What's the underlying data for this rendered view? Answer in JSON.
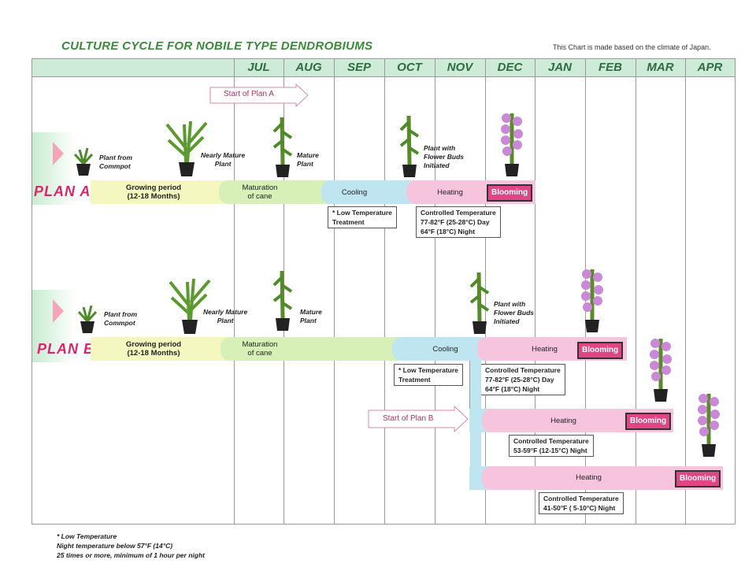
{
  "title": "CULTURE CYCLE FOR NOBILE TYPE DENDROBIUMS",
  "climate_note": "This Chart is made based on the climate of Japan.",
  "months": [
    "JUL",
    "AUG",
    "SEP",
    "OCT",
    "NOV",
    "DEC",
    "JAN",
    "FEB",
    "MAR",
    "APR"
  ],
  "start_a": "Start of Plan A",
  "start_b": "Start of Plan B",
  "plan_a": {
    "label": "PLAN  A",
    "plant_from": "Plant from\nCommpot",
    "nearly_mature": "Nearly Mature\nPlant",
    "mature": "Mature\nPlant",
    "flower_buds": "Plant with\nFlower Buds\nInitiated",
    "growing": "Growing period\n(12-18 Months)",
    "maturation": "Maturation\nof cane",
    "cooling": "Cooling",
    "heating": "Heating",
    "blooming": "Blooming",
    "low_temp": "* Low Temperature\nTreatment",
    "controlled": "Controlled Temperature\n77-82°F (25-28°C) Day\n64°F (18°C) Night"
  },
  "plan_b": {
    "label": "PLAN  B",
    "plant_from": "Plant from\nCommpot",
    "nearly_mature": "Nearly Mature\nPlant",
    "mature": "Mature\nPlant",
    "flower_buds": "Plant with\nFlower Buds\nInitiated",
    "growing": "Growing period\n(12-18 Months)",
    "maturation": "Maturation\nof cane",
    "cooling": "Cooling",
    "heating1": "Heating",
    "blooming1": "Blooming",
    "low_temp": "* Low Temperature\nTreatment",
    "controlled1": "Controlled Temperature\n77-82°F (25-28°C) Day\n64°F (18°C) Night",
    "heating2": "Heating",
    "blooming2": "Blooming",
    "controlled2": "Controlled Temperature\n53-59°F (12-15°C) Night",
    "heating3": "Heating",
    "blooming3": "Blooming",
    "controlled3": "Controlled Temperature\n41-50°F ( 5-10°C) Night"
  },
  "footnote": "* Low Temperature\n  Night temperature below 57°F (14°C)\n  25 times or more, minimum of 1 hour per night",
  "colors": {
    "growing": "#f5f7c0",
    "maturation": "#d6f0b8",
    "cooling": "#bfe6f0",
    "heating": "#f7c4dd",
    "blooming": "#e04585",
    "header": "#cdebd6",
    "plan_label": "#d4286e"
  }
}
